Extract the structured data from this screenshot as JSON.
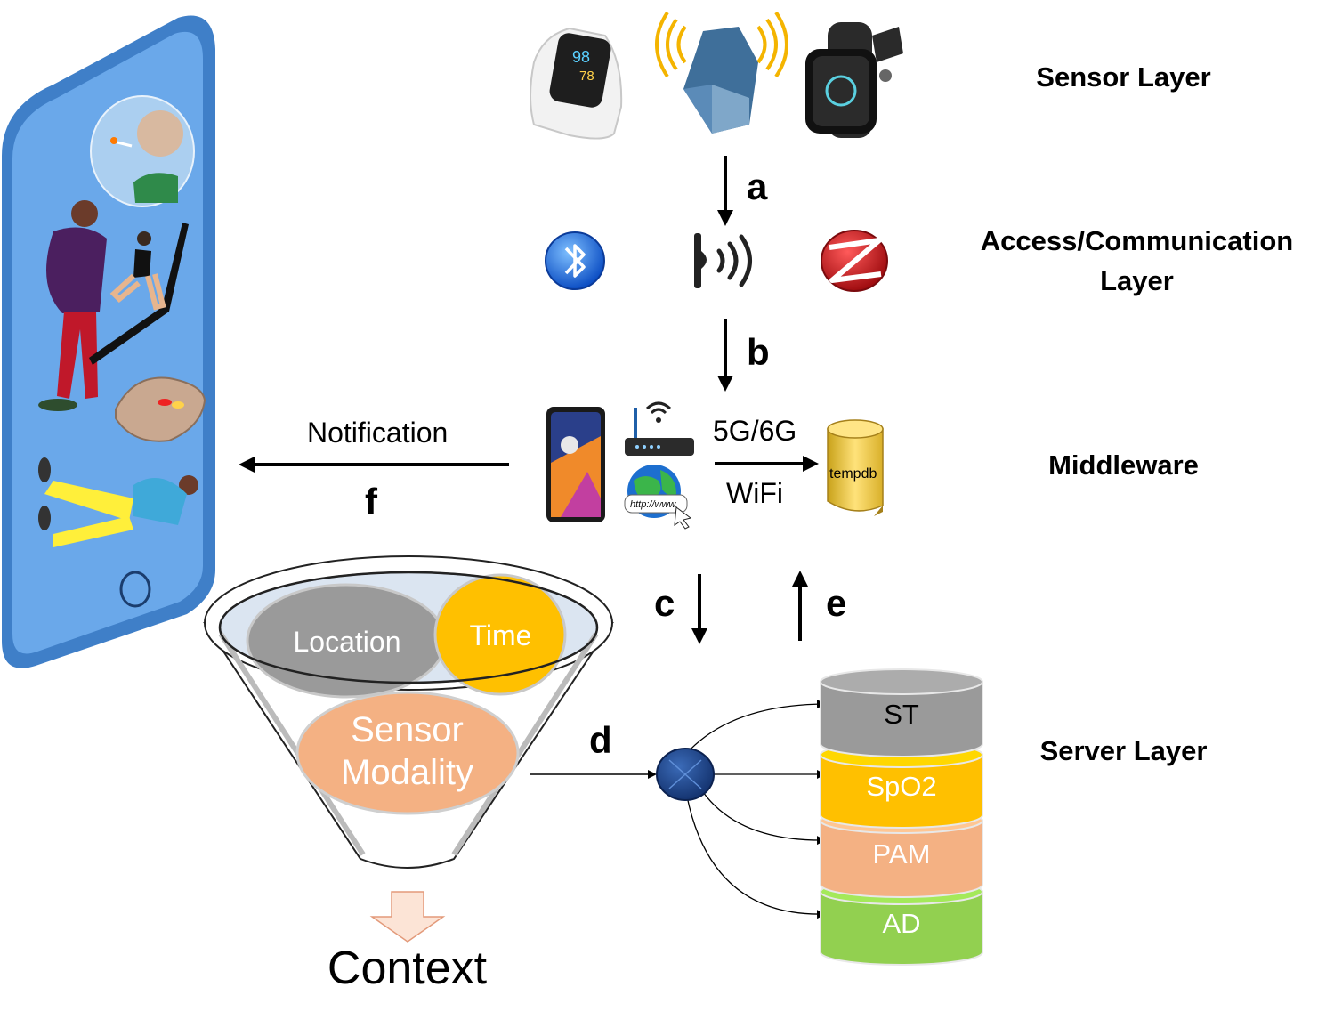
{
  "layers": {
    "sensor": "Sensor Layer",
    "access_line1": "Access/Communication",
    "access_line2": "Layer",
    "middleware": "Middleware",
    "server": "Server Layer"
  },
  "steps": {
    "a": "a",
    "b": "b",
    "c": "c",
    "d": "d",
    "e": "e",
    "f": "f"
  },
  "middleware": {
    "notification": "Notification",
    "network_top": "5G/6G",
    "network_bottom": "WiFi",
    "db_label": "tempdb",
    "url_label": "http://www."
  },
  "funnel": {
    "location": "Location",
    "time": "Time",
    "sensor_line1": "Sensor",
    "sensor_line2": "Modality",
    "output": "Context"
  },
  "server_stack": [
    {
      "label": "ST",
      "color": "#9a9a9a"
    },
    {
      "label": "SpO2",
      "color": "#ffc000"
    },
    {
      "label": "PAM",
      "color": "#f4b183"
    },
    {
      "label": "AD",
      "color": "#92d050"
    }
  ],
  "oximeter": {
    "spo2_reading": "98",
    "pulse_reading": "78"
  },
  "colors": {
    "phone_body": "#4f8fd6",
    "phone_screen": "#6aa8ea",
    "bluetooth": "#1f6fe0",
    "zigbee": "#d0161c",
    "beacon": "#3f6f9a"
  }
}
